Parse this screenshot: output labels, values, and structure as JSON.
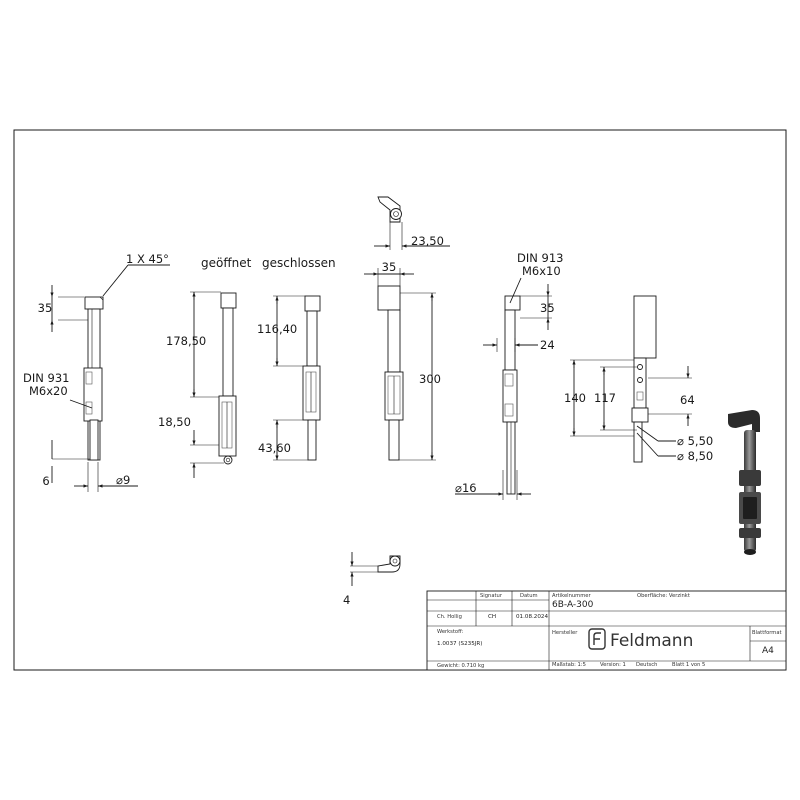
{
  "views": {
    "view1": {
      "chamfer": "1 X 45°",
      "top_height": "35",
      "screw": [
        "DIN 931",
        "M6x20"
      ],
      "bottom": "6",
      "diameter": "9"
    },
    "view2": {
      "title": "geöffnet",
      "travel": "178,50",
      "bottom": "18,50"
    },
    "view3": {
      "title": "geschlossen",
      "travel": "116,40",
      "bottom": "43,60"
    },
    "view4": {
      "top_width": "35",
      "overall_length": "300",
      "top_offset": "23,50"
    },
    "view5": {
      "screw": [
        "DIN 913",
        "M6x10"
      ],
      "top_height": "35",
      "handle_offset": "24",
      "diameter": "16"
    },
    "view6": {
      "hole_spacing_outer": "140",
      "hole_spacing_inner": "117",
      "plate_width": "64",
      "hole_small": "5,50",
      "hole_large": "8,50"
    },
    "view7": {
      "thickness": "4"
    }
  },
  "title_block": {
    "labels": {
      "drawn": "Ch. Hollig",
      "signature": "Signatur",
      "date": "Datum",
      "article": "Artikelnummer",
      "surface": "Oberfläche",
      "material": "Werkstoff:",
      "manufacturer": "Hersteller",
      "format": "Blattformat",
      "weight": "Gewicht:",
      "scale": "Maßstab:",
      "version": "Version:",
      "sheet": "Blatt"
    },
    "values": {
      "signature": "CH",
      "date": "01.08.2024",
      "article": "6B-A-300",
      "surface": "Verzinkt",
      "material": "1.0037 (S235JR)",
      "weight": "0.710 kg",
      "scale": "1:5",
      "version": "1",
      "language": "Deutsch",
      "sheet": "1 von 5",
      "format": "A4"
    },
    "brand": "Feldmann",
    "logo_icon": "feldmann-logo-icon"
  },
  "colors": {
    "line": "#1a1a1a",
    "render_dark": "#2b2b2b",
    "render_light": "#8a8a8a"
  }
}
